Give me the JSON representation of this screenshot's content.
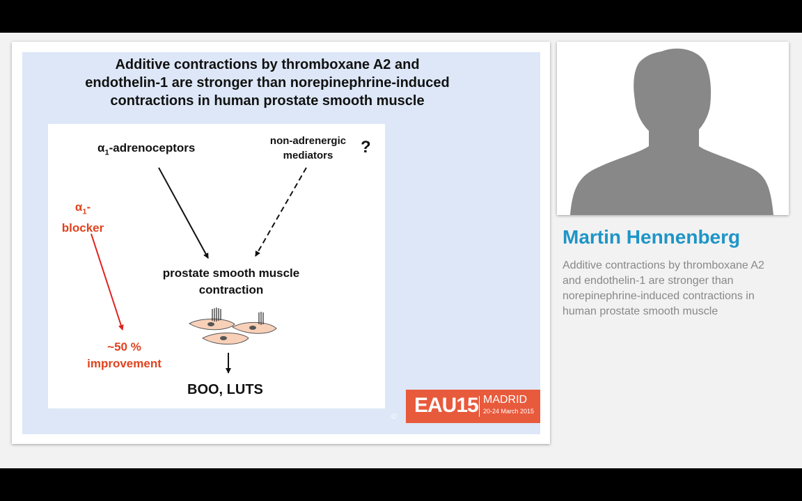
{
  "slide": {
    "title_lines": [
      "Additive contractions by thromboxane A2 and",
      "endothelin-1 are stronger than norepinephrine-induced",
      "contractions in human prostate smooth muscle"
    ],
    "diagram": {
      "alpha_symbol": "α",
      "sub_1": "1",
      "adrenoceptors_text": "-adrenoceptors",
      "non_adrenergic_line1": "non-adrenergic",
      "non_adrenergic_line2": "mediators",
      "question_mark": "?",
      "blocker_line1_suffix": "-",
      "blocker_line2": "blocker",
      "contraction_line1": "prostate smooth muscle",
      "contraction_line2": "contraction",
      "improvement_line1": "~50 %",
      "improvement_line2": "improvement",
      "outcome": "BOO, LUTS"
    },
    "logo": {
      "big": "EAU15",
      "city": "MADRID",
      "date": "20-24 March 2015",
      "copyright": "©"
    }
  },
  "speaker": {
    "name": "Martin Hennenberg",
    "description": "Additive contractions by thromboxane A2 and endothelin-1 are stronger than norepinephrine-induced contractions in human prostate smooth muscle"
  },
  "colors": {
    "accent_blue": "#1e95c7",
    "accent_red": "#e0421d",
    "slide_bg": "#dde7f7",
    "logo_bg": "#e85a3c"
  }
}
